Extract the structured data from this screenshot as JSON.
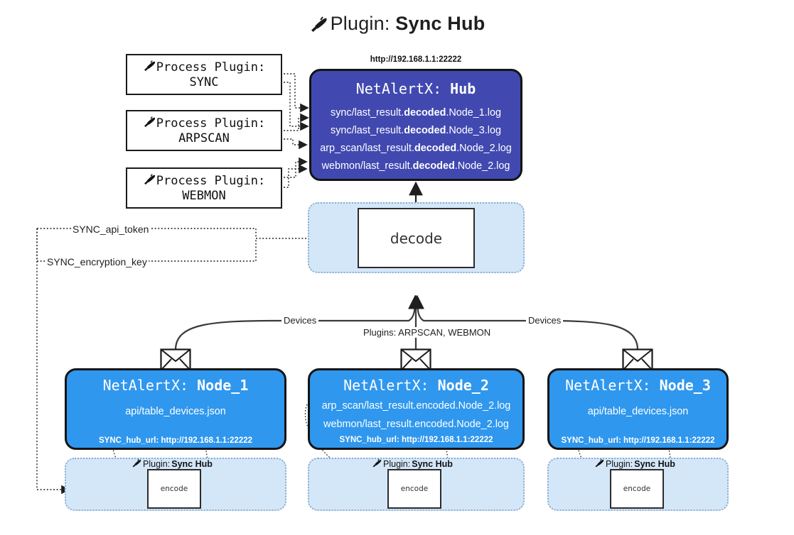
{
  "header": {
    "icon": "plug-icon",
    "prefix": "Plugin:",
    "name": "Sync Hub"
  },
  "process_plugins": [
    {
      "icon": "plug-icon",
      "line1": "Process Plugin:",
      "line2": "SYNC"
    },
    {
      "icon": "plug-icon",
      "line1": "Process Plugin:",
      "line2": "ARPSCAN"
    },
    {
      "icon": "plug-icon",
      "line1": "Process Plugin:",
      "line2": "WEBMON"
    }
  ],
  "hub": {
    "url": "http://192.168.1.1:22222",
    "title_prefix": "NetAlertX:",
    "title_name": "Hub",
    "logs": [
      {
        "pre": "sync/last_result.",
        "mid": "decoded",
        "post": ".Node_1.log"
      },
      {
        "pre": "sync/last_result.",
        "mid": "decoded",
        "post": ".Node_3.log"
      },
      {
        "pre": "arp_scan/last_result.",
        "mid": "decoded",
        "post": ".Node_2.log"
      },
      {
        "pre": "webmon/last_result.",
        "mid": "decoded",
        "post": ".Node_2.log"
      }
    ]
  },
  "decode": {
    "label": "decode"
  },
  "settings": {
    "api_token": "SYNC_api_token",
    "encryption_key": "SYNC_encryption_key"
  },
  "edge_labels": {
    "devices_left": "Devices",
    "devices_right": "Devices",
    "plugins_center": "Plugins: ARPSCAN, WEBMON"
  },
  "nodes": [
    {
      "icon": "envelope-icon",
      "title_prefix": "NetAlertX:",
      "title_name": "Node_1",
      "lines": [
        "api/table_devices.json"
      ],
      "hub_url_label": "SYNC_hub_url: http://192.168.1.1:22222",
      "plugin_caption_prefix": "Plugin:",
      "plugin_caption_name": "Sync Hub",
      "encode_label": "encode"
    },
    {
      "icon": "envelope-icon",
      "title_prefix": "NetAlertX:",
      "title_name": "Node_2",
      "lines": [
        "arp_scan/last_result.encoded.Node_2.log",
        "webmon/last_result.encoded.Node_2.log"
      ],
      "hub_url_label": "SYNC_hub_url: http://192.168.1.1:22222",
      "plugin_caption_prefix": "Plugin:",
      "plugin_caption_name": "Sync Hub",
      "encode_label": "encode"
    },
    {
      "icon": "envelope-icon",
      "title_prefix": "NetAlertX:",
      "title_name": "Node_3",
      "lines": [
        "api/table_devices.json"
      ],
      "hub_url_label": "SYNC_hub_url: http://192.168.1.1:22222",
      "plugin_caption_prefix": "Plugin:",
      "plugin_caption_name": "Sync Hub",
      "encode_label": "encode"
    }
  ],
  "colors": {
    "hub_fill": "#4149b0",
    "node_fill": "#2f97ee",
    "container_fill": "#d4e7f9",
    "container_border": "#8aaed0",
    "stroke": "#141414"
  }
}
